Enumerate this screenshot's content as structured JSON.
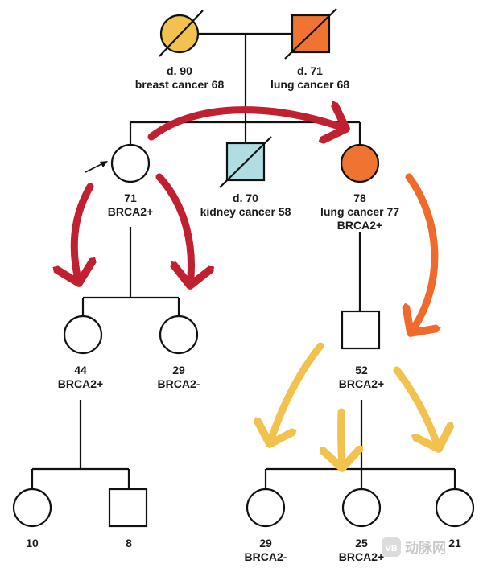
{
  "colors": {
    "breast_cancer": "#f2c14e",
    "lung_cancer": "#f07431",
    "kidney_cancer": "#aedde2",
    "arrow_red": "#c0202f",
    "arrow_orange": "#ef6a2b",
    "arrow_yellow": "#f2c14e",
    "line": "#111111"
  },
  "individuals": {
    "grandmother": {
      "sex": "female",
      "deceased": true,
      "fill": "breast_cancer",
      "line1": "d. 90",
      "line2": "breast cancer 68"
    },
    "grandfather": {
      "sex": "male",
      "deceased": true,
      "fill": "lung_cancer",
      "line1": "d. 71",
      "line2": "lung cancer 68"
    },
    "proband": {
      "sex": "female",
      "proband": true,
      "line1": "71",
      "line2": "BRCA2+"
    },
    "uncle": {
      "sex": "male",
      "deceased": true,
      "fill": "kidney_cancer",
      "line1": "d. 70",
      "line2": "kidney cancer 58"
    },
    "aunt": {
      "sex": "female",
      "fill": "lung_cancer",
      "line1": "78",
      "line2": "lung cancer 77",
      "line3": "BRCA2+"
    },
    "daughter_1": {
      "sex": "female",
      "line1": "44",
      "line2": "BRCA2+"
    },
    "daughter_2": {
      "sex": "female",
      "line1": "29",
      "line2": "BRCA2-"
    },
    "cousin": {
      "sex": "male",
      "line1": "52",
      "line2": "BRCA2+"
    },
    "grandchild_1": {
      "sex": "female",
      "line1": "10"
    },
    "grandchild_2": {
      "sex": "male",
      "line1": "8"
    },
    "cousin_child_1": {
      "sex": "female",
      "line1": "29",
      "line2": "BRCA2-"
    },
    "cousin_child_2": {
      "sex": "female",
      "line1": "25",
      "line2": "BRCA2+"
    },
    "cousin_child_3": {
      "sex": "female",
      "line1": "21"
    }
  },
  "watermark": {
    "logo": "VB",
    "text": "动脉网"
  }
}
